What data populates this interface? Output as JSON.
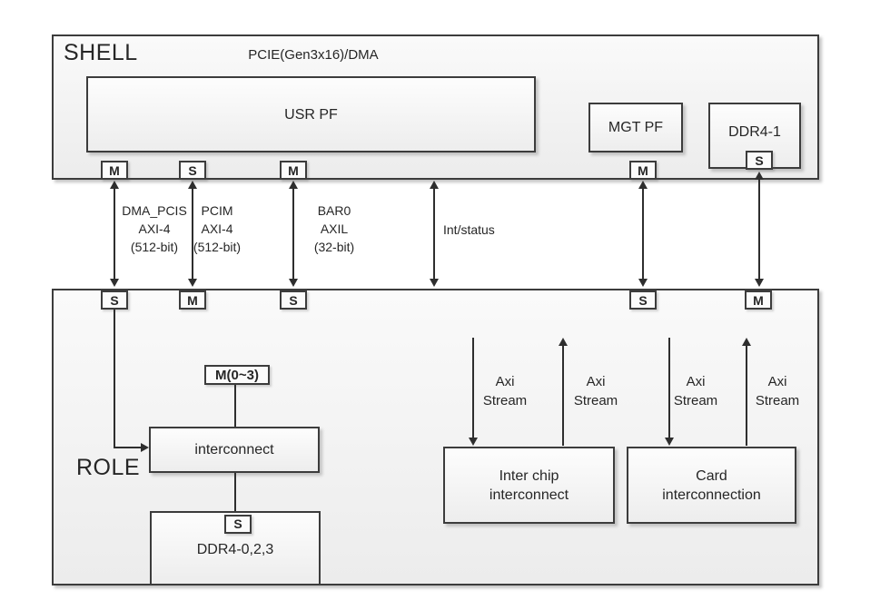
{
  "diagram": {
    "shell": {
      "label": "SHELL",
      "bus_title": "PCIE(Gen3x16)/DMA",
      "usr_pf_label": "USR PF",
      "mgt_pf_label": "MGT PF",
      "ddr4_1_label": "DDR4-1",
      "edge_ports": [
        "M",
        "S",
        "M",
        "M"
      ],
      "ddr4_1_port": "S"
    },
    "links": {
      "dma_pcis": [
        "DMA_PCIS",
        "AXI-4",
        "(512-bit)"
      ],
      "pcim": [
        "PCIM",
        "AXI-4",
        "(512-bit)"
      ],
      "bar0": [
        "BAR0",
        "AXIL",
        "(32-bit)"
      ],
      "int_status": "Int/status"
    },
    "role": {
      "label": "ROLE",
      "edge_ports": [
        "S",
        "M",
        "S",
        "S",
        "M"
      ],
      "m0_3_port": "M(0~3)",
      "interconnect_label": "interconnect",
      "ddr4_023_label": "DDR4-0,2,3",
      "ddr4_023_port": "S",
      "inter_chip_label": [
        "Inter chip",
        "interconnect"
      ],
      "card_label": [
        "Card",
        "interconnection"
      ],
      "axi_stream_label": [
        "Axi",
        "Stream"
      ]
    },
    "colors": {
      "box_border": "#3c3c3c",
      "line": "#2e2e2e",
      "text": "#262626",
      "box_fill_top": "#fdfdfd",
      "box_fill_bottom": "#ededed"
    }
  }
}
